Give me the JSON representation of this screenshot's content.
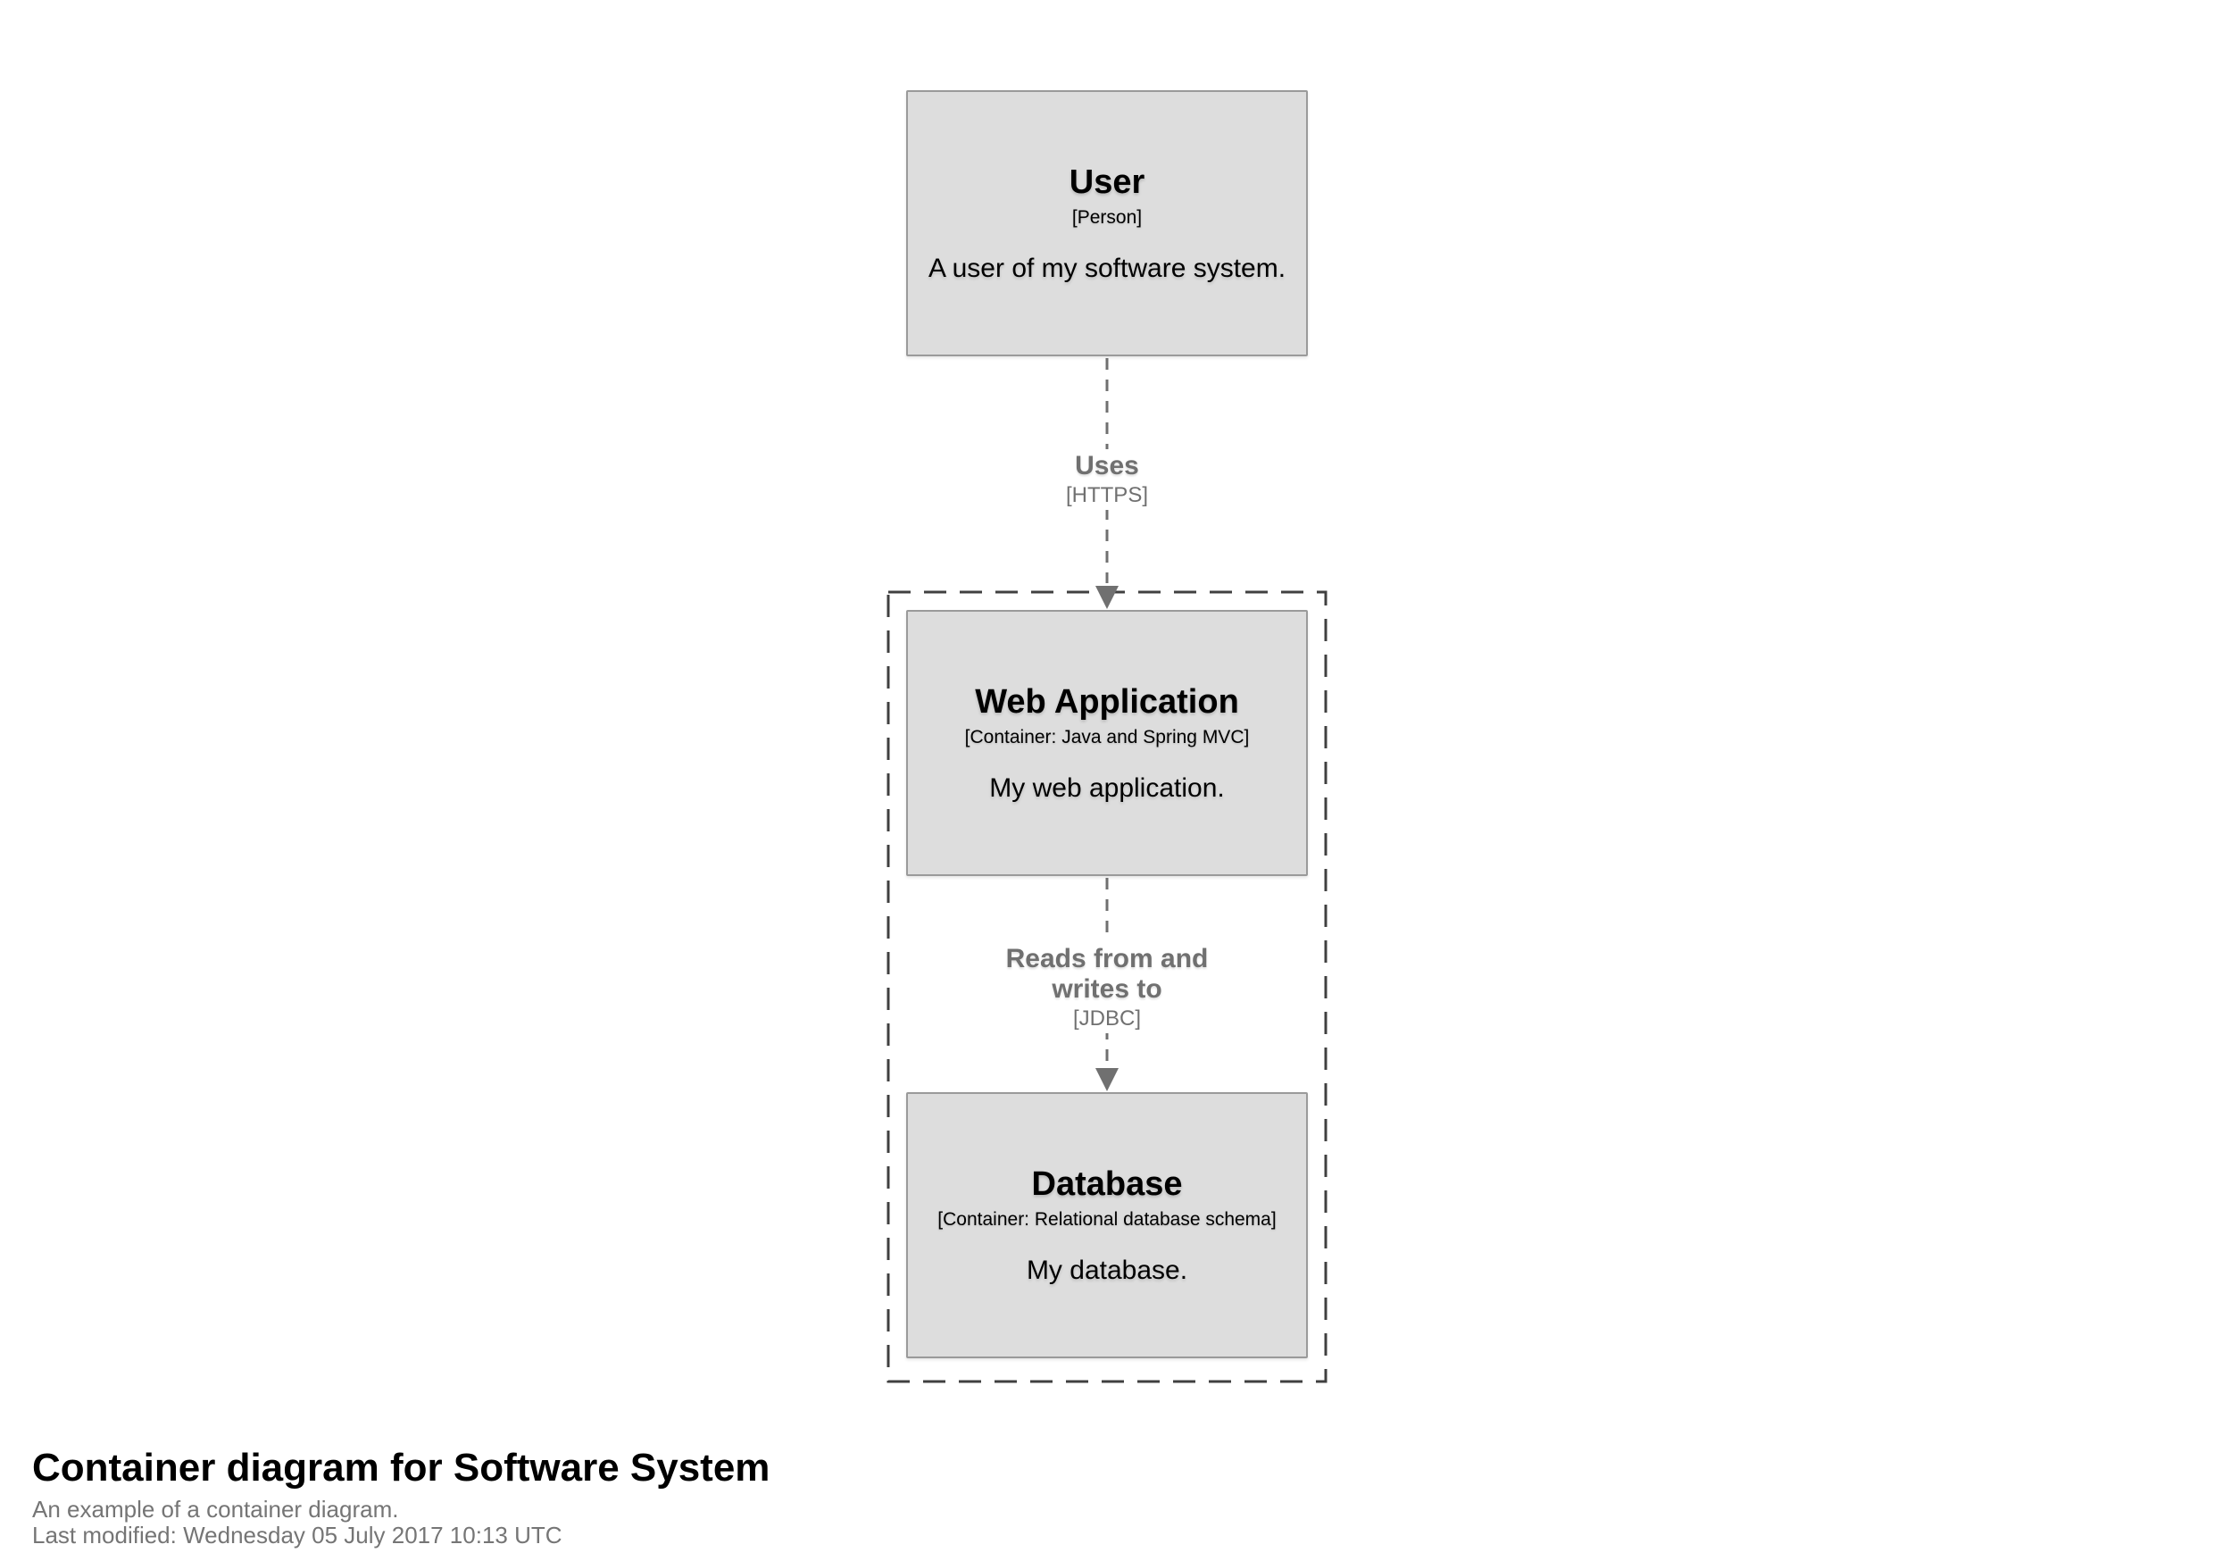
{
  "diagram": {
    "type": "c4-container-diagram",
    "nodes": {
      "user": {
        "name": "User",
        "meta": "[Person]",
        "description": "A user of my software system."
      },
      "web_application": {
        "name": "Web Application",
        "meta": "[Container: Java and Spring MVC]",
        "description": "My web application."
      },
      "database": {
        "name": "Database",
        "meta": "[Container: Relational database schema]",
        "description": "My database."
      }
    },
    "relationships": {
      "user_to_web_application": {
        "label": "Uses",
        "technology": "[HTTPS]"
      },
      "web_application_to_database": {
        "label": "Reads from and writes to",
        "technology": "[JDBC]"
      }
    },
    "colors": {
      "element_fill": "#dddddd",
      "element_border": "#9a9a9a",
      "relationship": "#707070",
      "boundary": "#404040",
      "text": "#000000",
      "muted": "#757575"
    }
  },
  "footer": {
    "title": "Container diagram for Software System",
    "subtitle": "An example of a container diagram.",
    "last_modified": "Last modified: Wednesday 05 July 2017 10:13 UTC"
  }
}
